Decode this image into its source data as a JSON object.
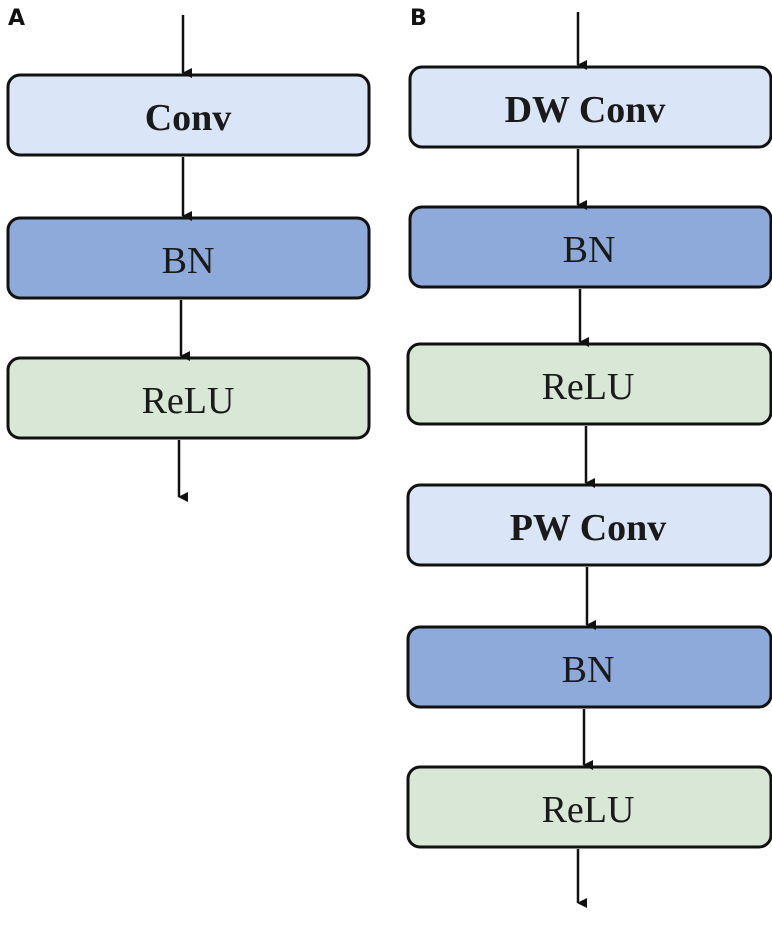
{
  "panels": {
    "a": {
      "label": "A",
      "blocks": [
        {
          "text": "Conv",
          "kind": "conv",
          "bold": true
        },
        {
          "text": "BN",
          "kind": "bn",
          "bold": false
        },
        {
          "text": "ReLU",
          "kind": "relu",
          "bold": false
        }
      ]
    },
    "b": {
      "label": "B",
      "blocks": [
        {
          "text": "DW Conv",
          "kind": "conv",
          "bold": true
        },
        {
          "text": "BN",
          "kind": "bn",
          "bold": false
        },
        {
          "text": "ReLU",
          "kind": "relu",
          "bold": false
        },
        {
          "text": "PW Conv",
          "kind": "conv",
          "bold": true
        },
        {
          "text": "BN",
          "kind": "bn",
          "bold": false
        },
        {
          "text": "ReLU",
          "kind": "relu",
          "bold": false
        }
      ]
    }
  },
  "colors": {
    "conv": "#dae6f7",
    "bn": "#8eaadb",
    "relu": "#d8e7d6",
    "stroke": "#111111"
  }
}
